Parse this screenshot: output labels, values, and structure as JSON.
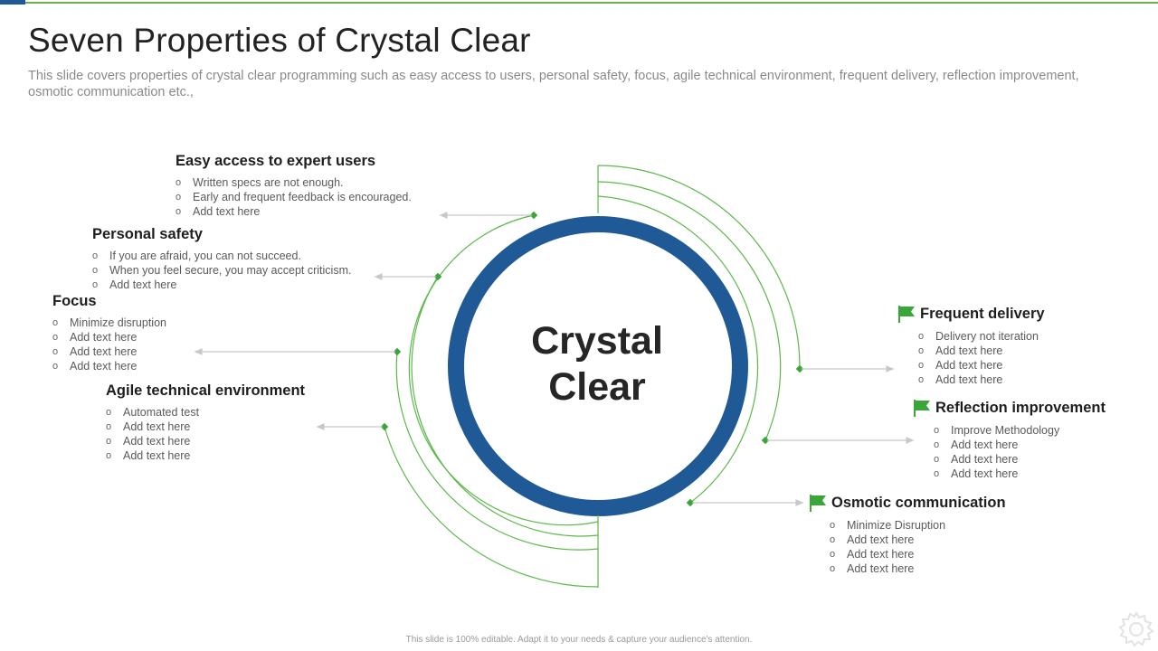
{
  "title": "Seven Properties of  Crystal Clear",
  "subtitle": "This slide covers properties of crystal clear programming such as easy access to users, personal safety, focus, agile technical environment, frequent delivery,  reflection improvement, osmotic communication etc.,",
  "center": {
    "line1": "Crystal",
    "line2": "Clear"
  },
  "colors": {
    "ring": "#1f5a96",
    "arc": "#5cb84a",
    "accent": "#3aa63a"
  },
  "properties_left": [
    {
      "heading": "Easy access to expert users",
      "items": [
        "Written specs are not enough.",
        "Early and frequent  feedback is encouraged.",
        "Add text here"
      ]
    },
    {
      "heading": "Personal safety",
      "items": [
        "If you are afraid,  you can not succeed.",
        "When you feel secure, you may accept criticism.",
        "Add text here"
      ]
    },
    {
      "heading": "Focus",
      "items": [
        "Minimize disruption",
        "Add text here",
        "Add text here",
        "Add text here"
      ]
    },
    {
      "heading": "Agile technical environment",
      "items": [
        "Automated test",
        "Add text here",
        "Add text here",
        "Add text here"
      ]
    }
  ],
  "properties_right": [
    {
      "heading": "Frequent delivery",
      "icon": "flag-icon",
      "items": [
        "Delivery  not iteration",
        "Add text here",
        "Add text here",
        "Add text here"
      ]
    },
    {
      "heading": "Reflection improvement",
      "icon": "flag-icon",
      "items": [
        "Improve  Methodology",
        "Add text here",
        "Add text here",
        "Add text here"
      ]
    },
    {
      "heading": "Osmotic communication",
      "icon": "flag-icon",
      "items": [
        "Minimize Disruption",
        "Add text here",
        "Add text here",
        "Add text here"
      ]
    }
  ],
  "footer": "This slide is 100% editable.  Adapt it to your needs & capture your audience's attention.",
  "logo_icon": "gear-icon"
}
